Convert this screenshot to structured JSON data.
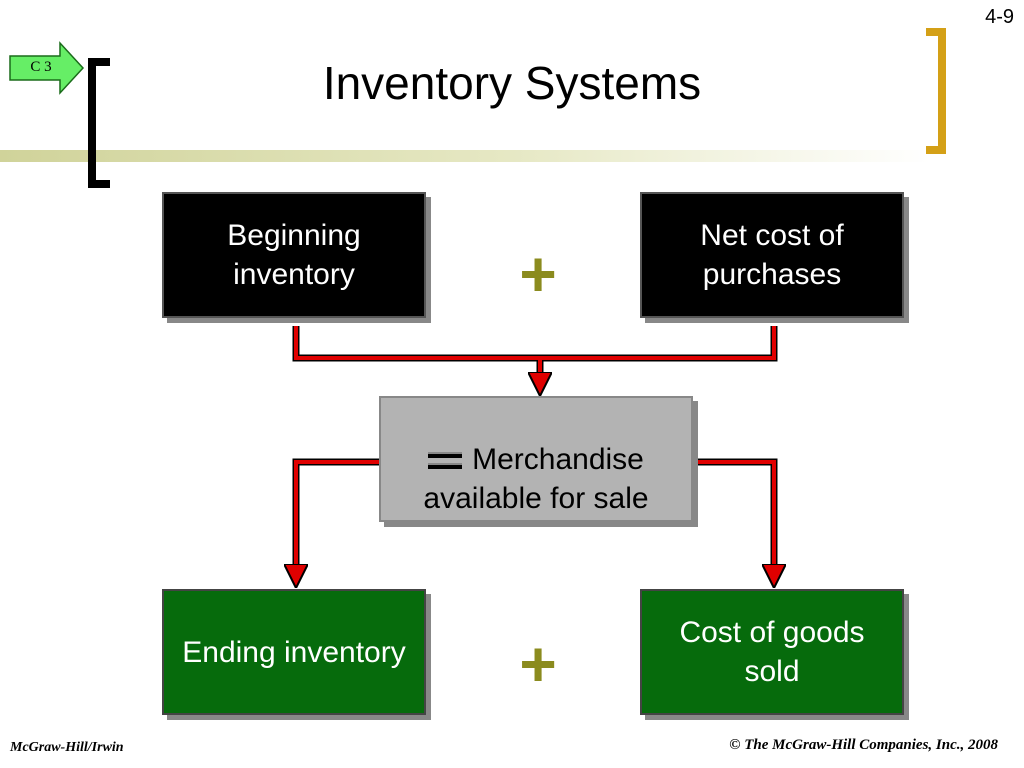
{
  "slide": {
    "number": "4-9",
    "title": "Inventory Systems",
    "badge": "C 3"
  },
  "diagram": {
    "beginning_inventory": "Beginning\ninventory",
    "net_cost_purchases": "Net cost of\npurchases",
    "operator_top": "+",
    "equals_icon": "equals-icon",
    "merchandise_line1": "Merchandise",
    "merchandise_line2": "available for sale",
    "ending_inventory": "Ending inventory",
    "cost_of_goods_sold": "Cost of goods\nsold",
    "operator_bottom": "+"
  },
  "footer": {
    "publisher": "McGraw-Hill/Irwin",
    "copyright": "© The McGraw-Hill Companies, Inc., 2008"
  },
  "colors": {
    "connector": "#e00000",
    "box_black": "#000000",
    "box_gray": "#b3b3b3",
    "box_green": "#066b0c",
    "plus": "#8b8b1e",
    "bracket_left": "#000000",
    "bracket_right": "#d4a017",
    "title_bar": "#d9dca6",
    "badge": "#66ee66"
  }
}
